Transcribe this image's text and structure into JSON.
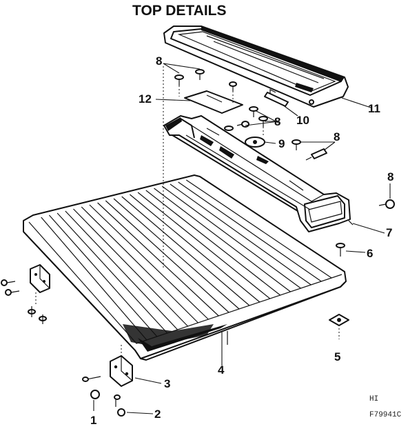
{
  "title": "TOP DETAILS",
  "callouts": {
    "c1": "1",
    "c2": "2",
    "c3": "3",
    "c4": "4",
    "c5": "5",
    "c6": "6",
    "c7": "7",
    "c8a": "8",
    "c8b": "8",
    "c8c": "8",
    "c8d": "8",
    "c9": "9",
    "c10": "10",
    "c11": "11",
    "c12": "12"
  },
  "corner_code": {
    "line1": "HI",
    "line2": "F79941C"
  }
}
